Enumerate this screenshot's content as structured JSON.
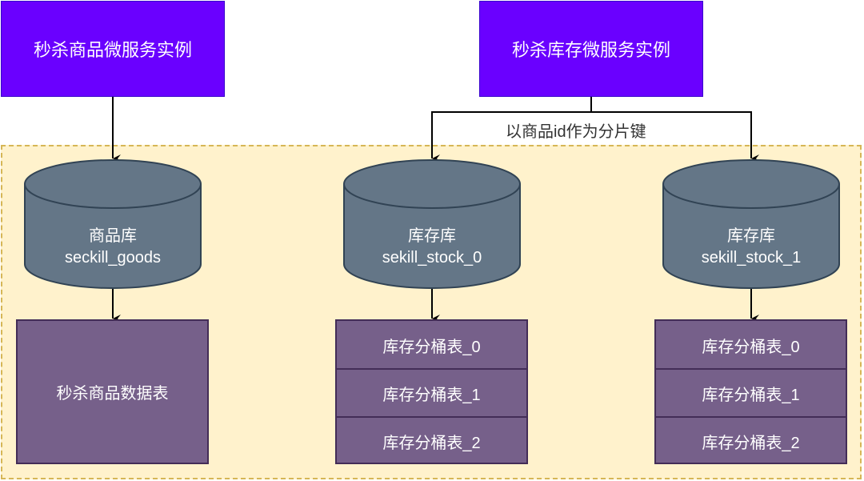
{
  "services": {
    "goods": "秒杀商品微服务实例",
    "stock": "秒杀库存微服务实例"
  },
  "edge_label": "以商品id作为分片键",
  "databases": [
    {
      "name": "商品库",
      "schema": "seckill_goods"
    },
    {
      "name": "库存库",
      "schema": "sekill_stock_0"
    },
    {
      "name": "库存库",
      "schema": "sekill_stock_1"
    }
  ],
  "goods_table": "秒杀商品数据表",
  "stock_tables": [
    [
      "库存分桶表_0",
      "库存分桶表_1",
      "库存分桶表_2"
    ],
    [
      "库存分桶表_0",
      "库存分桶表_1",
      "库存分桶表_2"
    ]
  ],
  "colors": {
    "service_fill": "#6a00ff",
    "db_fill": "#647687",
    "table_fill": "#76608a",
    "zone_fill": "#fff2cc",
    "zone_border": "#d6b656"
  }
}
